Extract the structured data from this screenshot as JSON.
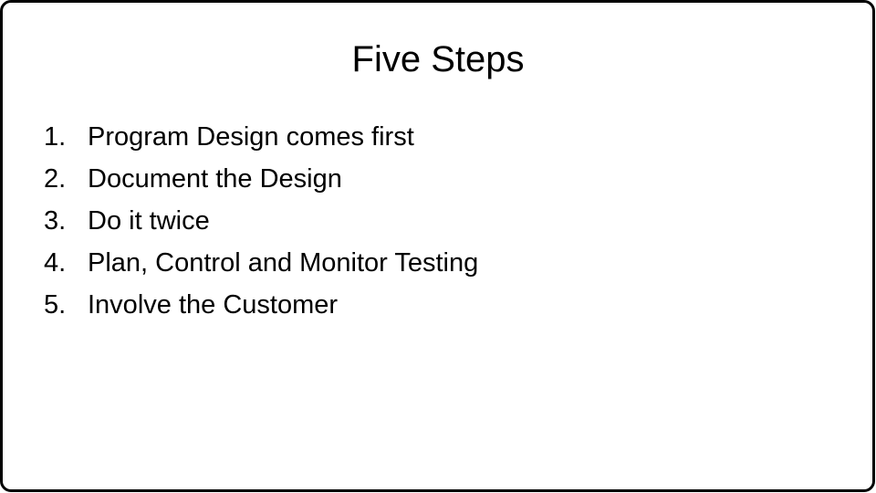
{
  "slide": {
    "title": "Five Steps",
    "steps": [
      {
        "number": "1.",
        "text": "Program Design comes first"
      },
      {
        "number": "2.",
        "text": "Document the Design"
      },
      {
        "number": "3.",
        "text": "Do it twice"
      },
      {
        "number": "4.",
        "text": "Plan, Control and Monitor Testing"
      },
      {
        "number": "5.",
        "text": "Involve the Customer"
      }
    ],
    "colors": {
      "background": "#ffffff",
      "border": "#000000",
      "text": "#000000"
    }
  }
}
